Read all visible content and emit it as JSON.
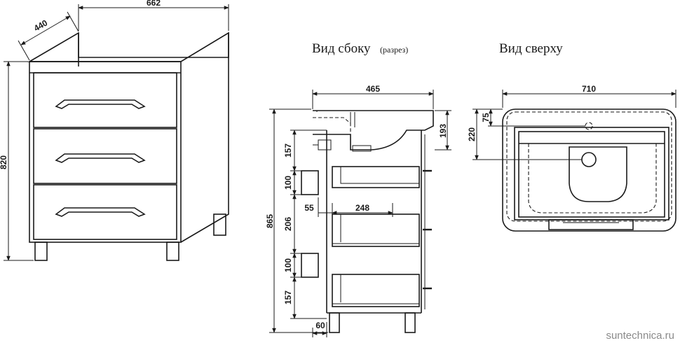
{
  "titles": {
    "side_view": "Вид сбоку",
    "side_view_note": "(разрез)",
    "top_view": "Вид сверху"
  },
  "front_view": {
    "width": "662",
    "depth": "440",
    "height": "820"
  },
  "side_section": {
    "depth": "465",
    "basin_depth": "193",
    "total_height": "865",
    "drawer_top_gap": "157",
    "handle_upper": "100",
    "drawer_pitch": "206",
    "handle_lower": "100",
    "drawer_bottom_gap": "157",
    "drawer_depth": "248",
    "handle_offset": "55",
    "leg_offset": "60"
  },
  "top_view": {
    "width": "710",
    "tap_offset": "75",
    "drain_offset": "220"
  },
  "watermark": "suntechnica.ru"
}
